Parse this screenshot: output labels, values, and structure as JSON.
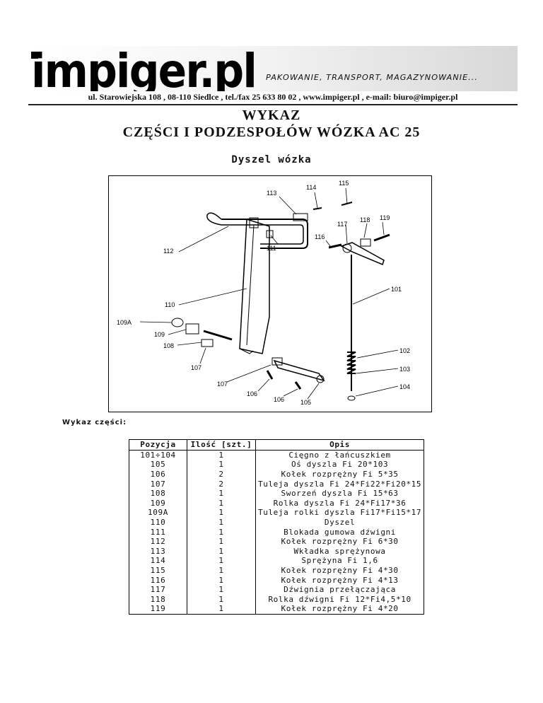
{
  "header": {
    "logo_text": "impiger.pl",
    "tagline": "PAKOWANIE, TRANSPORT, MAGAZYNOWANIE...",
    "address": "ul. Starowiejska 108 , 08-110 Siedlce , tel./fax 25 633 80 02 , www.impiger.pl , e-mail: biuro@impiger.pl"
  },
  "title_line1": "WYKAZ",
  "title_line2": "CZĘŚCI I PODZESPOŁÓW WÓZKA AC 25",
  "subtitle": "Dyszel wózka",
  "diagram": {
    "labels": [
      "113",
      "114",
      "115",
      "117",
      "118",
      "119",
      "116",
      "111",
      "112",
      "101",
      "110",
      "109A",
      "109",
      "108",
      "102",
      "103",
      "107",
      "104",
      "107",
      "106",
      "106",
      "105"
    ]
  },
  "parts_caption": "Wykaz części:",
  "table": {
    "headers": [
      "Pozycja",
      "Ilość [szt.]",
      "Opis"
    ],
    "rows": [
      [
        "101÷104",
        "1",
        "Cięgno z łańcuszkiem"
      ],
      [
        "105",
        "1",
        "Oś dyszla Fi 20*103"
      ],
      [
        "106",
        "2",
        "Kołek rozprężny Fi 5*35"
      ],
      [
        "107",
        "2",
        "Tuleja dyszla Fi 24*Fi22*Fi20*15"
      ],
      [
        "108",
        "1",
        "Sworzeń dyszla Fi 15*63"
      ],
      [
        "109",
        "1",
        "Rolka dyszla Fi 24*Fi17*36"
      ],
      [
        "109A",
        "1",
        "Tuleja rolki dyszla Fi17*Fi15*17"
      ],
      [
        "110",
        "1",
        "Dyszel"
      ],
      [
        "111",
        "1",
        "Blokada gumowa dźwigni"
      ],
      [
        "112",
        "1",
        "Kołek rozprężny Fi 6*30"
      ],
      [
        "113",
        "1",
        "Wkładka sprężynowa"
      ],
      [
        "114",
        "1",
        "Sprężyna Fi 1,6"
      ],
      [
        "115",
        "1",
        "Kołek rozprężny Fi 4*30"
      ],
      [
        "116",
        "1",
        "Kołek rozprężny Fi 4*13"
      ],
      [
        "117",
        "1",
        "Dźwignia przełączająca"
      ],
      [
        "118",
        "1",
        "Rolka dźwigni Fi 12*Fi4,5*10"
      ],
      [
        "119",
        "1",
        "Kołek rozprężny Fi 4*20"
      ]
    ]
  }
}
